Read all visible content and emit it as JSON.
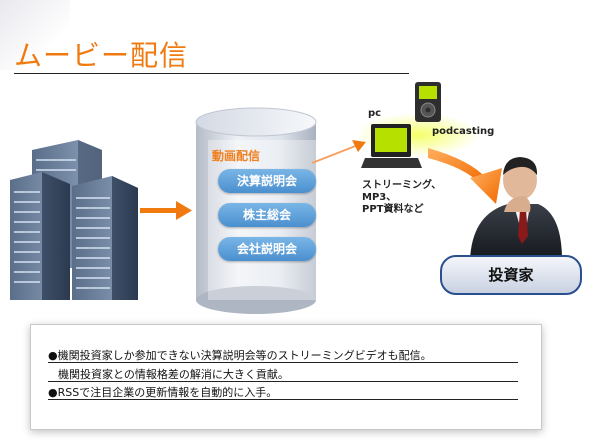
{
  "title": "ムービー配信",
  "cylinder": {
    "label": "動画配信",
    "items": [
      "決算説明会",
      "株主総会",
      "会社説明会"
    ]
  },
  "labels": {
    "pc": "pc",
    "podcasting": "podcasting",
    "media": [
      "ストリーミング、",
      "MP3、",
      "PPT資料など"
    ]
  },
  "investor": "投資家",
  "bullets": [
    "●機関投資家しか参加できない決算説明会等のストリーミングビデオも配信。",
    "機関投資家との情報格差の解消に大きく貢献。",
    "●RSSで注目企業の更新情報を自動的に入手。"
  ],
  "colors": {
    "accent_orange": "#f07a10",
    "button_blue": "#4a8fcf",
    "screen_green": "#b6e000",
    "investor_border": "#2a4f8e"
  }
}
